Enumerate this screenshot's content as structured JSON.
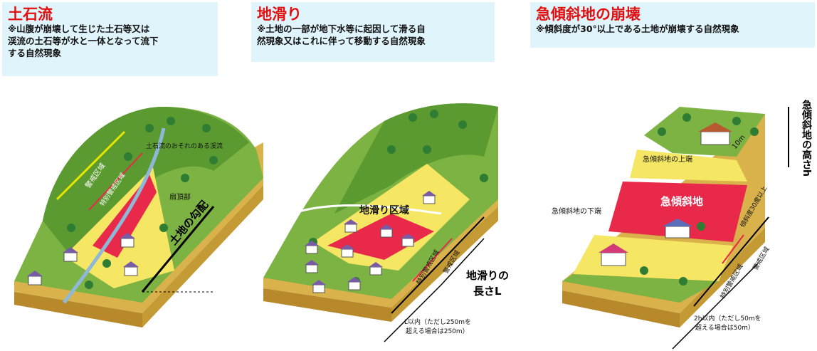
{
  "panels": [
    {
      "title": "土石流",
      "desc": "※山腹が崩壊して生じた土石等又は\n渓流の土石等が水と一体となって流下\nする自然現象",
      "labels": {
        "warning_zone": "警戒区域",
        "special_zone": "特別警戒区域",
        "risk_stream": "土石流のおそれのある渓流",
        "fan_apex": "扇頂部",
        "slope": "土地の勾配"
      }
    },
    {
      "title": "地滑り",
      "desc": "※土地の一部が地下水等に起因して滑る自\n然現象又はこれに伴って移動する自然現象",
      "labels": {
        "area": "地滑り区域",
        "special_zone": "特別警戒区域",
        "warning_zone": "警戒区域",
        "length_line1": "地滑りの",
        "length_line2": "長さL",
        "limit_line1": "L以内（ただし250mを",
        "limit_line2": "超える場合は250m）"
      }
    },
    {
      "title": "急傾斜地の崩壊",
      "desc": "※傾斜度が30°以上である土地が崩壊する自然現象",
      "labels": {
        "top_end": "急傾斜地の上端",
        "ten_m": "10m",
        "slope": "急傾斜地",
        "bottom_end": "急傾斜地の下端",
        "angle": "傾斜度30度以上",
        "special_zone": "特別警戒区域",
        "warning_zone": "警戒区域",
        "height": "急傾斜地の高さh",
        "limit_line1": "2h以内（ただし50mを",
        "limit_line2": "超える場合は50m）"
      }
    }
  ],
  "colors": {
    "header_bg": "#dff4fb",
    "title": "#e01010",
    "grass": "#7cb342",
    "yellow": "#f5e663",
    "red": "#e8294a",
    "soil": "#d9b24c"
  }
}
